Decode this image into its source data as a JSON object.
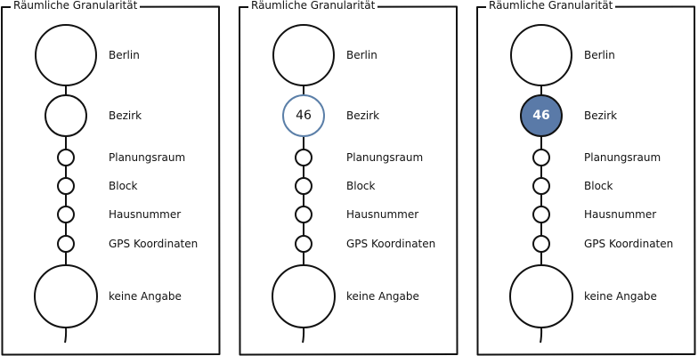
{
  "colors": {
    "stroke": "#111111",
    "outline_highlight": "#5b7fa8",
    "fill_highlight": "#5a7aa8",
    "count_text_dark": "#111111",
    "count_text_light": "#ffffff"
  },
  "panels": [
    {
      "title": "Räumliche Granularität",
      "levels": [
        {
          "label": "Berlin",
          "count": "",
          "state": "normal"
        },
        {
          "label": "Bezirk",
          "count": "",
          "state": "normal"
        },
        {
          "label": "Planungsraum",
          "count": "",
          "state": "normal"
        },
        {
          "label": "Block",
          "count": "",
          "state": "normal"
        },
        {
          "label": "Hausnummer",
          "count": "",
          "state": "normal"
        },
        {
          "label": "GPS Koordinaten",
          "count": "",
          "state": "normal"
        },
        {
          "label": "keine Angabe",
          "count": "",
          "state": "normal"
        }
      ]
    },
    {
      "title": "Räumliche Granularität",
      "levels": [
        {
          "label": "Berlin",
          "count": "",
          "state": "normal"
        },
        {
          "label": "Bezirk",
          "count": "46",
          "state": "outlined"
        },
        {
          "label": "Planungsraum",
          "count": "",
          "state": "normal"
        },
        {
          "label": "Block",
          "count": "",
          "state": "normal"
        },
        {
          "label": "Hausnummer",
          "count": "",
          "state": "normal"
        },
        {
          "label": "GPS Koordinaten",
          "count": "",
          "state": "normal"
        },
        {
          "label": "keine Angabe",
          "count": "",
          "state": "normal"
        }
      ]
    },
    {
      "title": "Räumliche Granularität",
      "levels": [
        {
          "label": "Berlin",
          "count": "",
          "state": "normal"
        },
        {
          "label": "Bezirk",
          "count": "46",
          "state": "filled"
        },
        {
          "label": "Planungsraum",
          "count": "",
          "state": "normal"
        },
        {
          "label": "Block",
          "count": "",
          "state": "normal"
        },
        {
          "label": "Hausnummer",
          "count": "",
          "state": "normal"
        },
        {
          "label": "GPS Koordinaten",
          "count": "",
          "state": "normal"
        },
        {
          "label": "keine Angabe",
          "count": "",
          "state": "normal"
        }
      ]
    }
  ]
}
